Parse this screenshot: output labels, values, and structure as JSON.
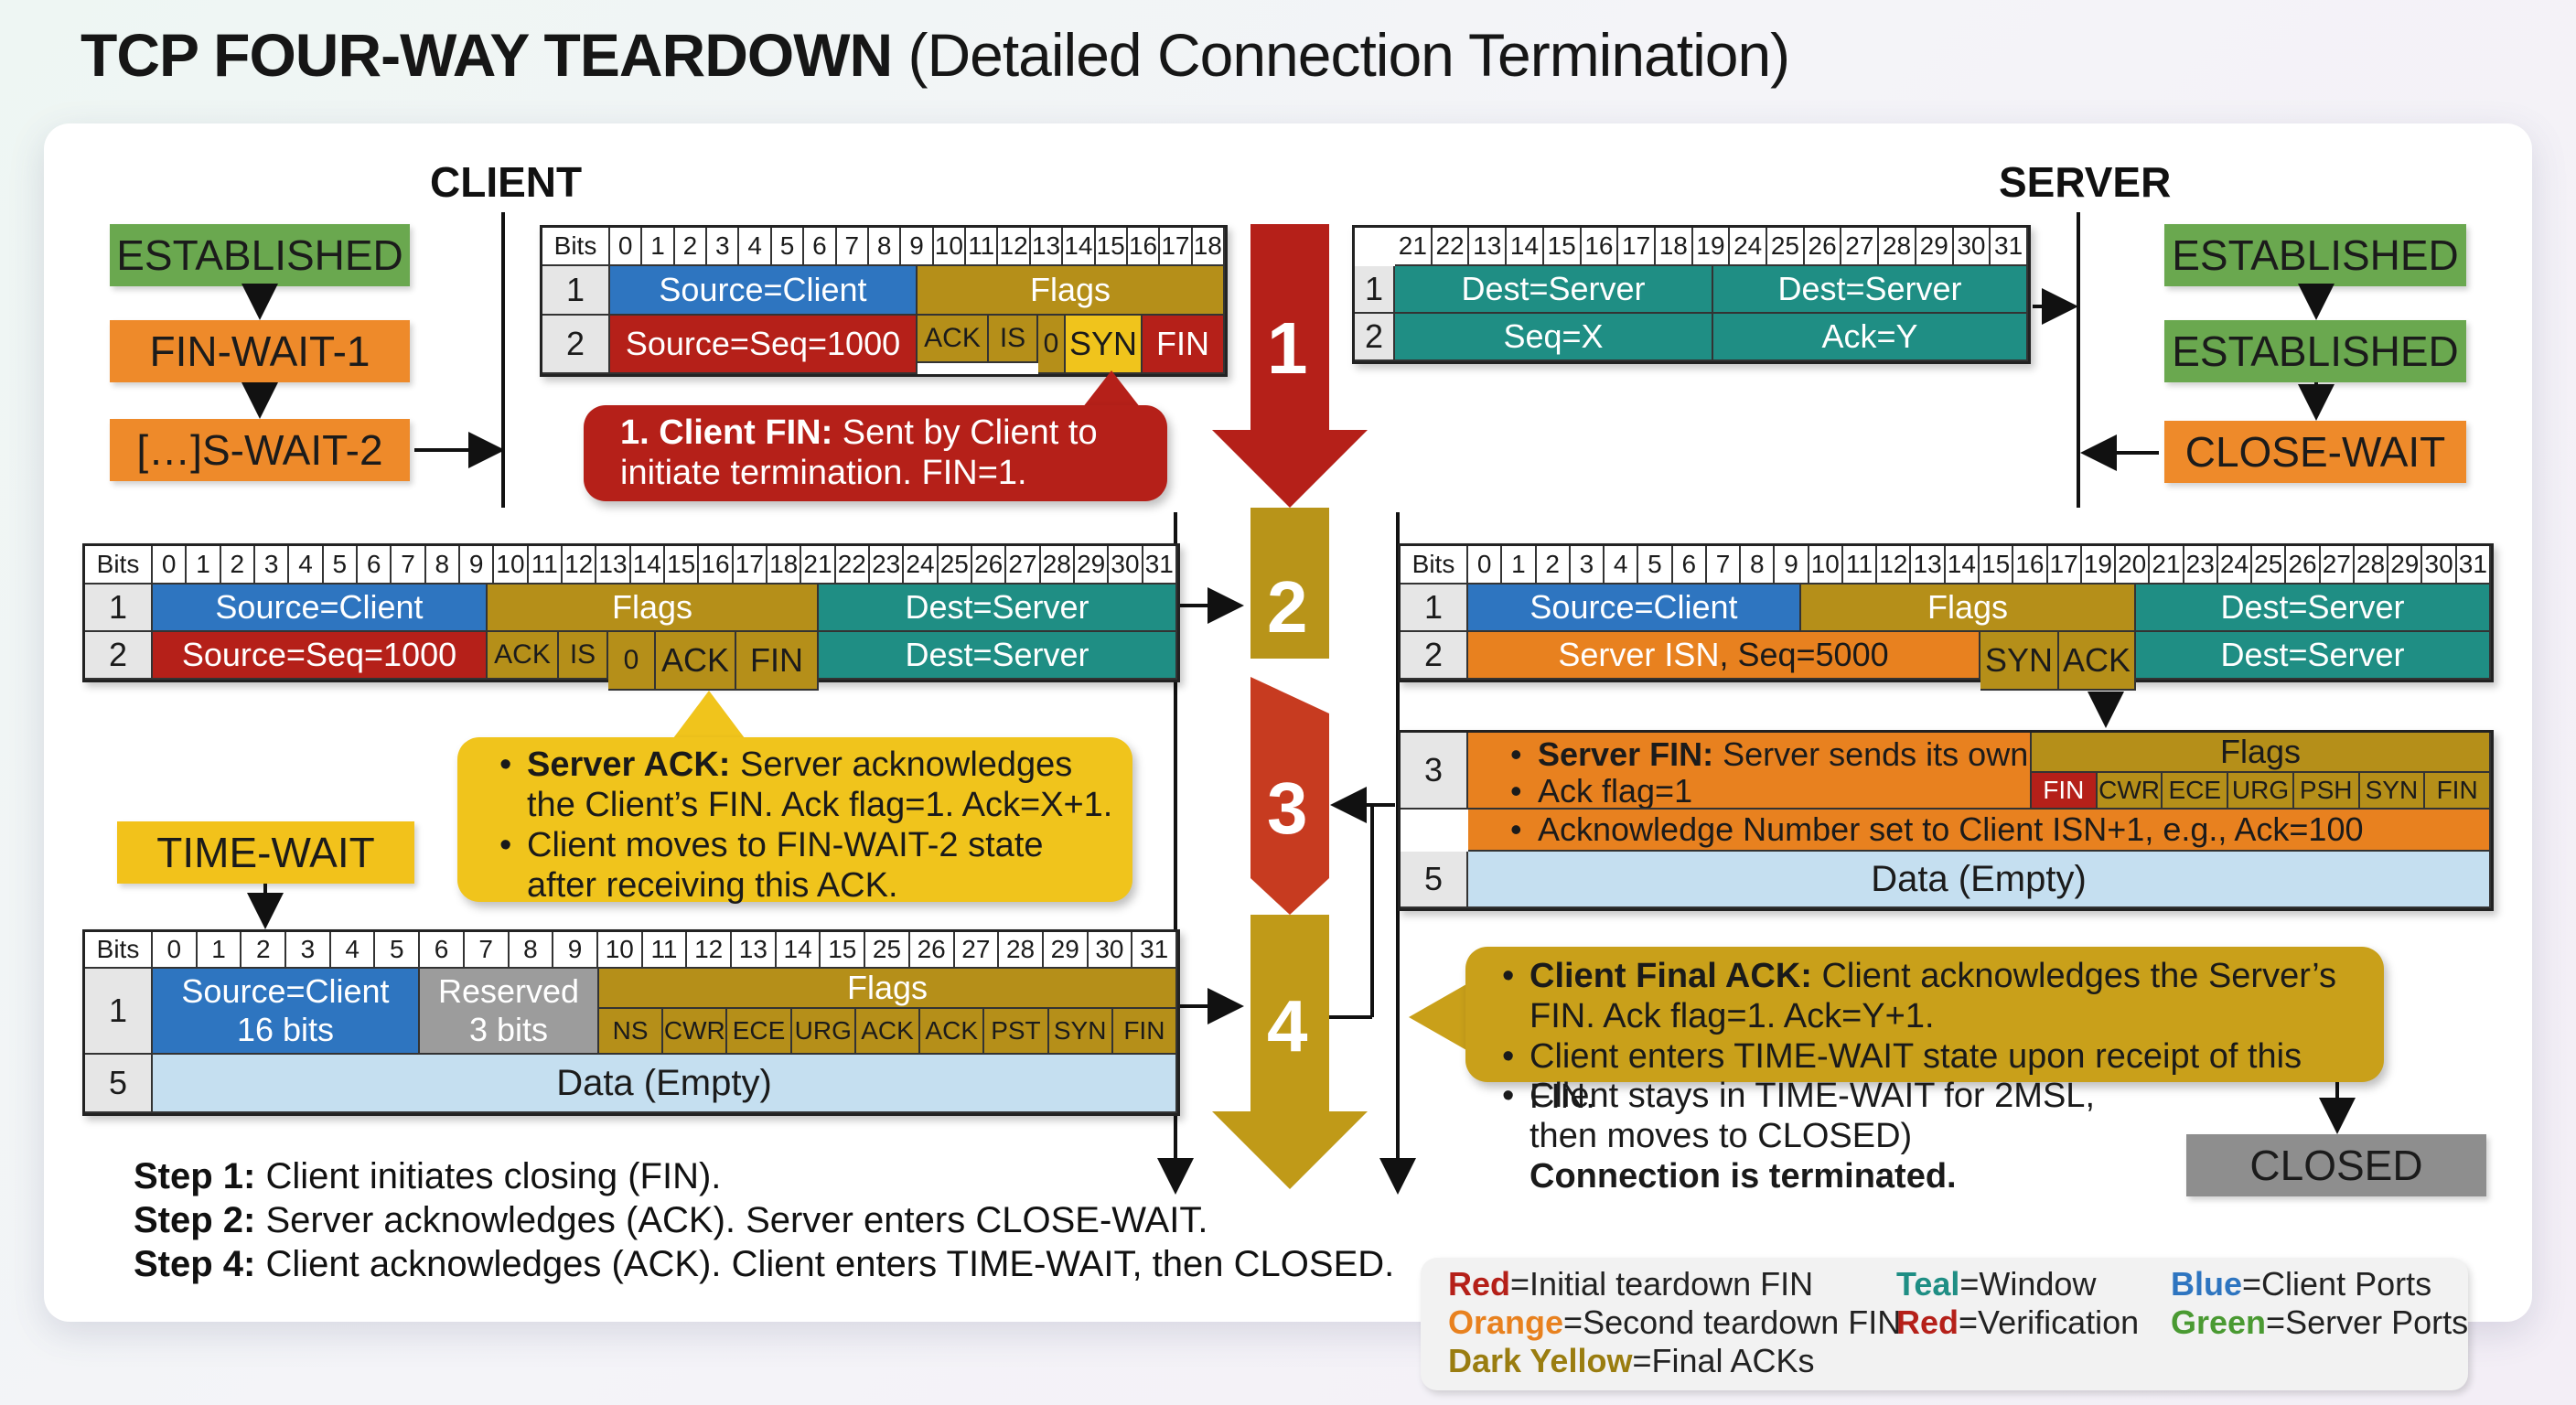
{
  "title": {
    "bold": "TCP FOUR-WAY TEARDOWN",
    "normal": "(Detailed Connection Termination)"
  },
  "client": {
    "header": "CLIENT",
    "states": [
      "ESTABLISHED",
      "FIN-WAIT-1",
      "[…]S-WAIT-2"
    ],
    "time_wait": "TIME-WAIT"
  },
  "server": {
    "header": "SERVER",
    "states": [
      "ESTABLISHED",
      "ESTABLISHED",
      "CLOSE-WAIT"
    ],
    "closed": "CLOSED"
  },
  "steps_arrow": [
    "1",
    "2",
    "3",
    "4"
  ],
  "segment1": {
    "bits_label": "Bits",
    "bits": [
      "0",
      "1",
      "2",
      "3",
      "4",
      "5",
      "6",
      "7",
      "8",
      "9",
      "10",
      "11",
      "12",
      "13",
      "14",
      "15",
      "16",
      "17",
      "18"
    ],
    "rows": [
      "1",
      "2"
    ],
    "source": "Source=Client",
    "flags": "Flags",
    "seq": "Source=Seq=1000",
    "flag_cells": [
      "ACK",
      "IS",
      "0",
      "SYN",
      "FIN"
    ]
  },
  "segment1_server": {
    "bits": [
      "21",
      "22",
      "13",
      "14",
      "15",
      "16",
      "17",
      "18",
      "19",
      "24",
      "25",
      "26",
      "27",
      "28",
      "29",
      "30",
      "31"
    ],
    "rows": [
      "1",
      "2"
    ],
    "dest1": "Dest=Server",
    "dest2": "Dest=Server",
    "seq": "Seq=X",
    "ack": "Ack=Y"
  },
  "callout1": {
    "bold": "1. Client FIN:",
    "text": " Sent by Client to initiate termination. FIN=1."
  },
  "segment2": {
    "bits_label": "Bits",
    "bits": [
      "0",
      "1",
      "2",
      "3",
      "4",
      "5",
      "6",
      "7",
      "8",
      "9",
      "10",
      "11",
      "12",
      "13",
      "14",
      "15",
      "16",
      "17",
      "18",
      "21",
      "22",
      "23",
      "24",
      "25",
      "26",
      "27",
      "28",
      "29",
      "30",
      "31"
    ],
    "rows": [
      "1",
      "2"
    ],
    "source": "Source=Client",
    "flags": "Flags",
    "dest": "Dest=Server",
    "seq": "Source=Seq=1000",
    "flag_cells": [
      "ACK",
      "IS",
      "0",
      "ACK",
      "FIN"
    ],
    "dest2": "Dest=Server"
  },
  "callout2": {
    "b1": "Server ACK:",
    "t1": " Server acknowledges the Client’s FIN. Ack flag=1. Ack=X+1.",
    "t2": "Client moves to FIN-WAIT-2 state after receiving this ACK."
  },
  "segment3": {
    "bits_label": "Bits",
    "bits": [
      "0",
      "1",
      "2",
      "3",
      "4",
      "5",
      "6",
      "7",
      "8",
      "9",
      "10",
      "11",
      "12",
      "13",
      "14",
      "15",
      "16",
      "17",
      "19",
      "20",
      "21",
      "23",
      "24",
      "25",
      "26",
      "27",
      "28",
      "29",
      "30",
      "31"
    ],
    "rows": [
      "1",
      "2",
      "3",
      "5"
    ],
    "source": "Source=Client",
    "flags": "Flags",
    "dest": "Dest=Server",
    "isn": "Server ISN",
    "seq": ", Seq=5000",
    "syn": "SYN",
    "ack": "ACK",
    "dest2": "Dest=Server",
    "b1": "Server FIN:",
    "t1": " Server sends its own",
    "t2": "Ack flag=1",
    "t3": "Acknowledge Number set to Client ISN+1, e.g., Ack=100",
    "flags3": "Flags",
    "flag_cells": [
      "FIN",
      "CWR",
      "ECE",
      "URG",
      "PSH",
      "SYN",
      "FIN"
    ],
    "data": "Data (Empty)"
  },
  "segment4": {
    "bits_label": "Bits",
    "bits": [
      "0",
      "1",
      "2",
      "3",
      "4",
      "5",
      "6",
      "7",
      "8",
      "9",
      "10",
      "11",
      "12",
      "13",
      "14",
      "15",
      "25",
      "26",
      "27",
      "28",
      "29",
      "30",
      "31"
    ],
    "rows": [
      "1",
      "5"
    ],
    "source": "Source=Client",
    "source_sub": "16 bits",
    "reserved": "Reserved",
    "reserved_sub": "3 bits",
    "flags": "Flags",
    "flag_cells": [
      "NS",
      "CWR",
      "ECE",
      "URG",
      "ACK",
      "ACK",
      "PST",
      "SYN",
      "FIN"
    ],
    "data": "Data (Empty)"
  },
  "callout4": {
    "b1": "Client Final ACK:",
    "t1": " Client acknowledges the Server’s FIN. Ack flag=1. Ack=Y+1.",
    "t2": "Client enters TIME-WAIT state upon receipt of this FIN.",
    "t3": "Client stays in TIME-WAIT for 2MSL,",
    "t3b": "then moves to CLOSED)",
    "t4": "Connection is terminated."
  },
  "steps": [
    {
      "b": "Step 1:",
      "t": " Client initiates closing (FIN)."
    },
    {
      "b": "Step 2:",
      "t": " Server acknowledges (ACK). Server enters CLOSE-WAIT."
    },
    {
      "b": "Step 4:",
      "t": " Client acknowledges (ACK). Client enters TIME-WAIT, then CLOSED."
    }
  ],
  "legend": [
    {
      "b": "Red",
      "t": "=Initial teardown FIN",
      "color": "#b52019"
    },
    {
      "b": "Orange",
      "t": "=Second teardown FIN",
      "color": "#e8811f"
    },
    {
      "b": "Dark Yellow",
      "t": "=Final ACKs",
      "color": "#9a7d10"
    },
    {
      "b": "Teal",
      "t": "=Window",
      "color": "#1f8e84"
    },
    {
      "b": "Red",
      "t": "=Verification",
      "color": "#b52019"
    },
    {
      "b": "Blue",
      "t": "=Client Ports",
      "color": "#2e75c0"
    },
    {
      "b": "Green",
      "t": "=Server Ports",
      "color": "#4a9a32"
    }
  ]
}
